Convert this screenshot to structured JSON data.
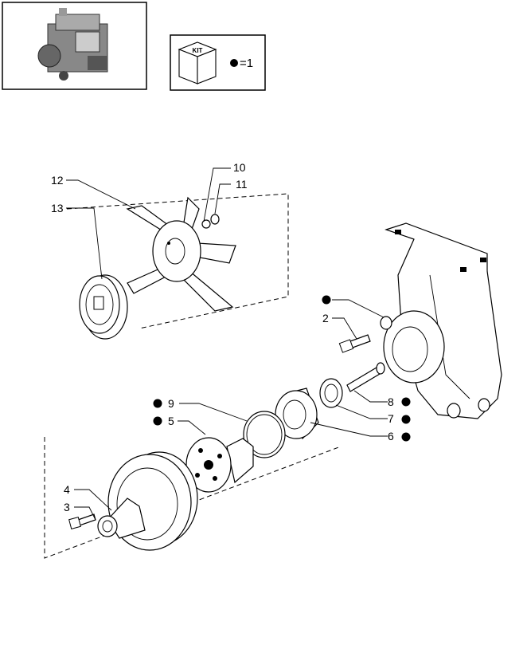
{
  "kit_legend": {
    "box_label": "KIT",
    "equals_text": "=1"
  },
  "callouts": [
    {
      "id": "1",
      "label": ""
    },
    {
      "id": "2",
      "label": "2"
    },
    {
      "id": "3",
      "label": "3"
    },
    {
      "id": "4",
      "label": "4"
    },
    {
      "id": "5",
      "label": "5"
    },
    {
      "id": "6",
      "label": "6"
    },
    {
      "id": "7",
      "label": "7"
    },
    {
      "id": "8",
      "label": "8"
    },
    {
      "id": "9",
      "label": "9"
    },
    {
      "id": "10",
      "label": "10"
    },
    {
      "id": "11",
      "label": "11"
    },
    {
      "id": "12",
      "label": "12"
    },
    {
      "id": "13",
      "label": "13"
    }
  ],
  "kit_marked_callouts": [
    "1",
    "5",
    "6",
    "7",
    "8",
    "9"
  ]
}
